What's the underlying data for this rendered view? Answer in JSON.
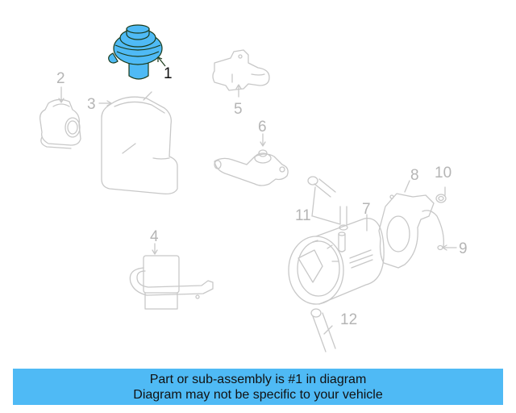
{
  "diagram": {
    "highlight_color": "#4fbaf5",
    "outline_color": "#c8c8c8",
    "callouts": [
      {
        "number": "1",
        "part": "highlighted-valve",
        "highlighted": true
      },
      {
        "number": "2",
        "part": "throttle-body"
      },
      {
        "number": "3",
        "part": "air-intake-housing"
      },
      {
        "number": "4",
        "part": "control-module-with-bracket"
      },
      {
        "number": "5",
        "part": "mounting-bracket"
      },
      {
        "number": "6",
        "part": "valve-with-flange"
      },
      {
        "number": "7",
        "part": "air-pump"
      },
      {
        "number": "8",
        "part": "pump-bracket"
      },
      {
        "number": "9",
        "part": "support-strap"
      },
      {
        "number": "10",
        "part": "grommet"
      },
      {
        "number": "11",
        "part": "hose-and-fitting"
      },
      {
        "number": "12",
        "part": "outlet-hose"
      }
    ]
  },
  "banner": {
    "line1": "Part or sub-assembly is #1 in diagram",
    "line2": "Diagram may not be specific to your vehicle",
    "background": "#4fbaf5"
  }
}
